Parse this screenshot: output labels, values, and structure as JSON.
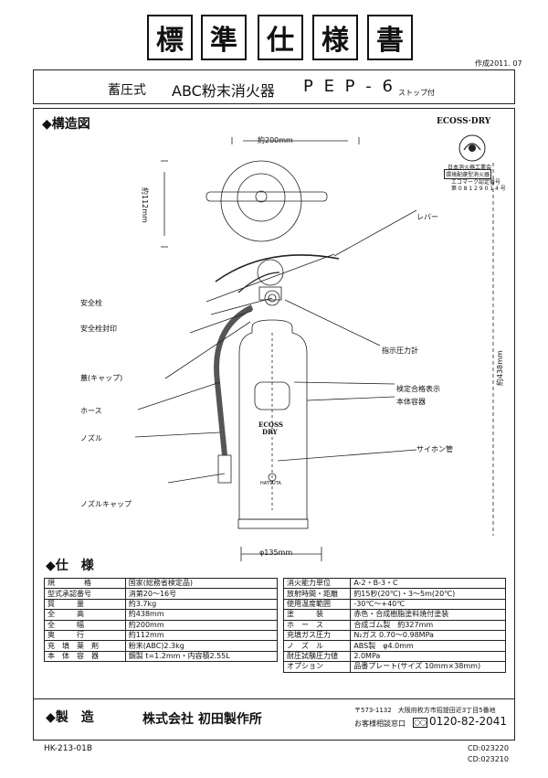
{
  "header": {
    "title_chars": [
      "標",
      "準",
      "仕",
      "様",
      "書"
    ],
    "created": "作成2011. 07"
  },
  "product": {
    "type": "蓄圧式",
    "name": "ABC粉末消火器",
    "model": "P E P - 6",
    "suffix": "ストップ付"
  },
  "structure": {
    "heading": "◆構造図",
    "brand": "ECOSS·DRY",
    "eco_note_1": "日本消火器工業会",
    "eco_note_2": "環境配慮型消火器",
    "eco_note_3": "エコマーク認定番号",
    "eco_note_4": "第 0 8 1 2 9 0 1 4 号",
    "dims": {
      "width": "約200mm",
      "height": "約438mm",
      "depth": "約112mm",
      "base": "φ135mm"
    },
    "labels": {
      "lever": "レバー",
      "safety_pin": "安全栓",
      "safety_seal": "安全栓封印",
      "cap": "蓋(キャップ)",
      "hose": "ホース",
      "nozzle": "ノズル",
      "nozzle_cap": "ノズルキャップ",
      "gauge": "指示圧力計",
      "cert_label": "検定合格表示",
      "body": "本体容器",
      "siphon": "サイホン管"
    },
    "body_text": {
      "brand1": "ECOSS",
      "brand2": "DRY",
      "maker": "HATSUTA"
    }
  },
  "spec": {
    "heading": "◆仕　様",
    "left": [
      {
        "k": "規　　　　格",
        "v": "国家(総務省検定品)"
      },
      {
        "k": "型式承認番号",
        "v": "消第20～16号"
      },
      {
        "k": "質　　　量",
        "v": "約3.7kg"
      },
      {
        "k": "全　　　高",
        "v": "約438mm"
      },
      {
        "k": "全　　　幅",
        "v": "約200mm"
      },
      {
        "k": "奥　　　行",
        "v": "約112mm"
      },
      {
        "k": "充　填　薬　剤",
        "v": "粉末(ABC)2.3kg"
      },
      {
        "k": "本　体　容　器",
        "v": "鋼製 t=1.2mm・内容積2.55L"
      }
    ],
    "right": [
      {
        "k": "消火能力単位",
        "v": "A-2・B-3・C"
      },
      {
        "k": "放射時間・距離",
        "v": "約15秒(20℃)・3～5m(20℃)"
      },
      {
        "k": "使用温度範囲",
        "v": "-30℃～+40℃"
      },
      {
        "k": "塗　　　装",
        "v": "赤色・合成樹脂塗料焼付塗装"
      },
      {
        "k": "ホ　ー　ス",
        "v": "合成ゴム製　約327mm"
      },
      {
        "k": "充填ガス圧力",
        "v": "N₂ガス 0.70～0.98MPa"
      },
      {
        "k": "ノ　ズ　ル",
        "v": "ABS製　φ4.0mm"
      },
      {
        "k": "耐圧試験圧力値",
        "v": "2.0MPa"
      },
      {
        "k": "オプション",
        "v": "品番プレート(サイズ 10mm×38mm)"
      }
    ]
  },
  "maker": {
    "heading": "◆製　造",
    "company": "株式会社 初田製作所",
    "address": "〒573-1132　大阪府枚方市招提田近3丁目5番地",
    "contact_label": "お客様相談窓口",
    "phone": "0120-82-2041"
  },
  "footer": {
    "code": "HK-213-01B",
    "cd1": "CD:023220",
    "cd2": "CD:023210"
  }
}
